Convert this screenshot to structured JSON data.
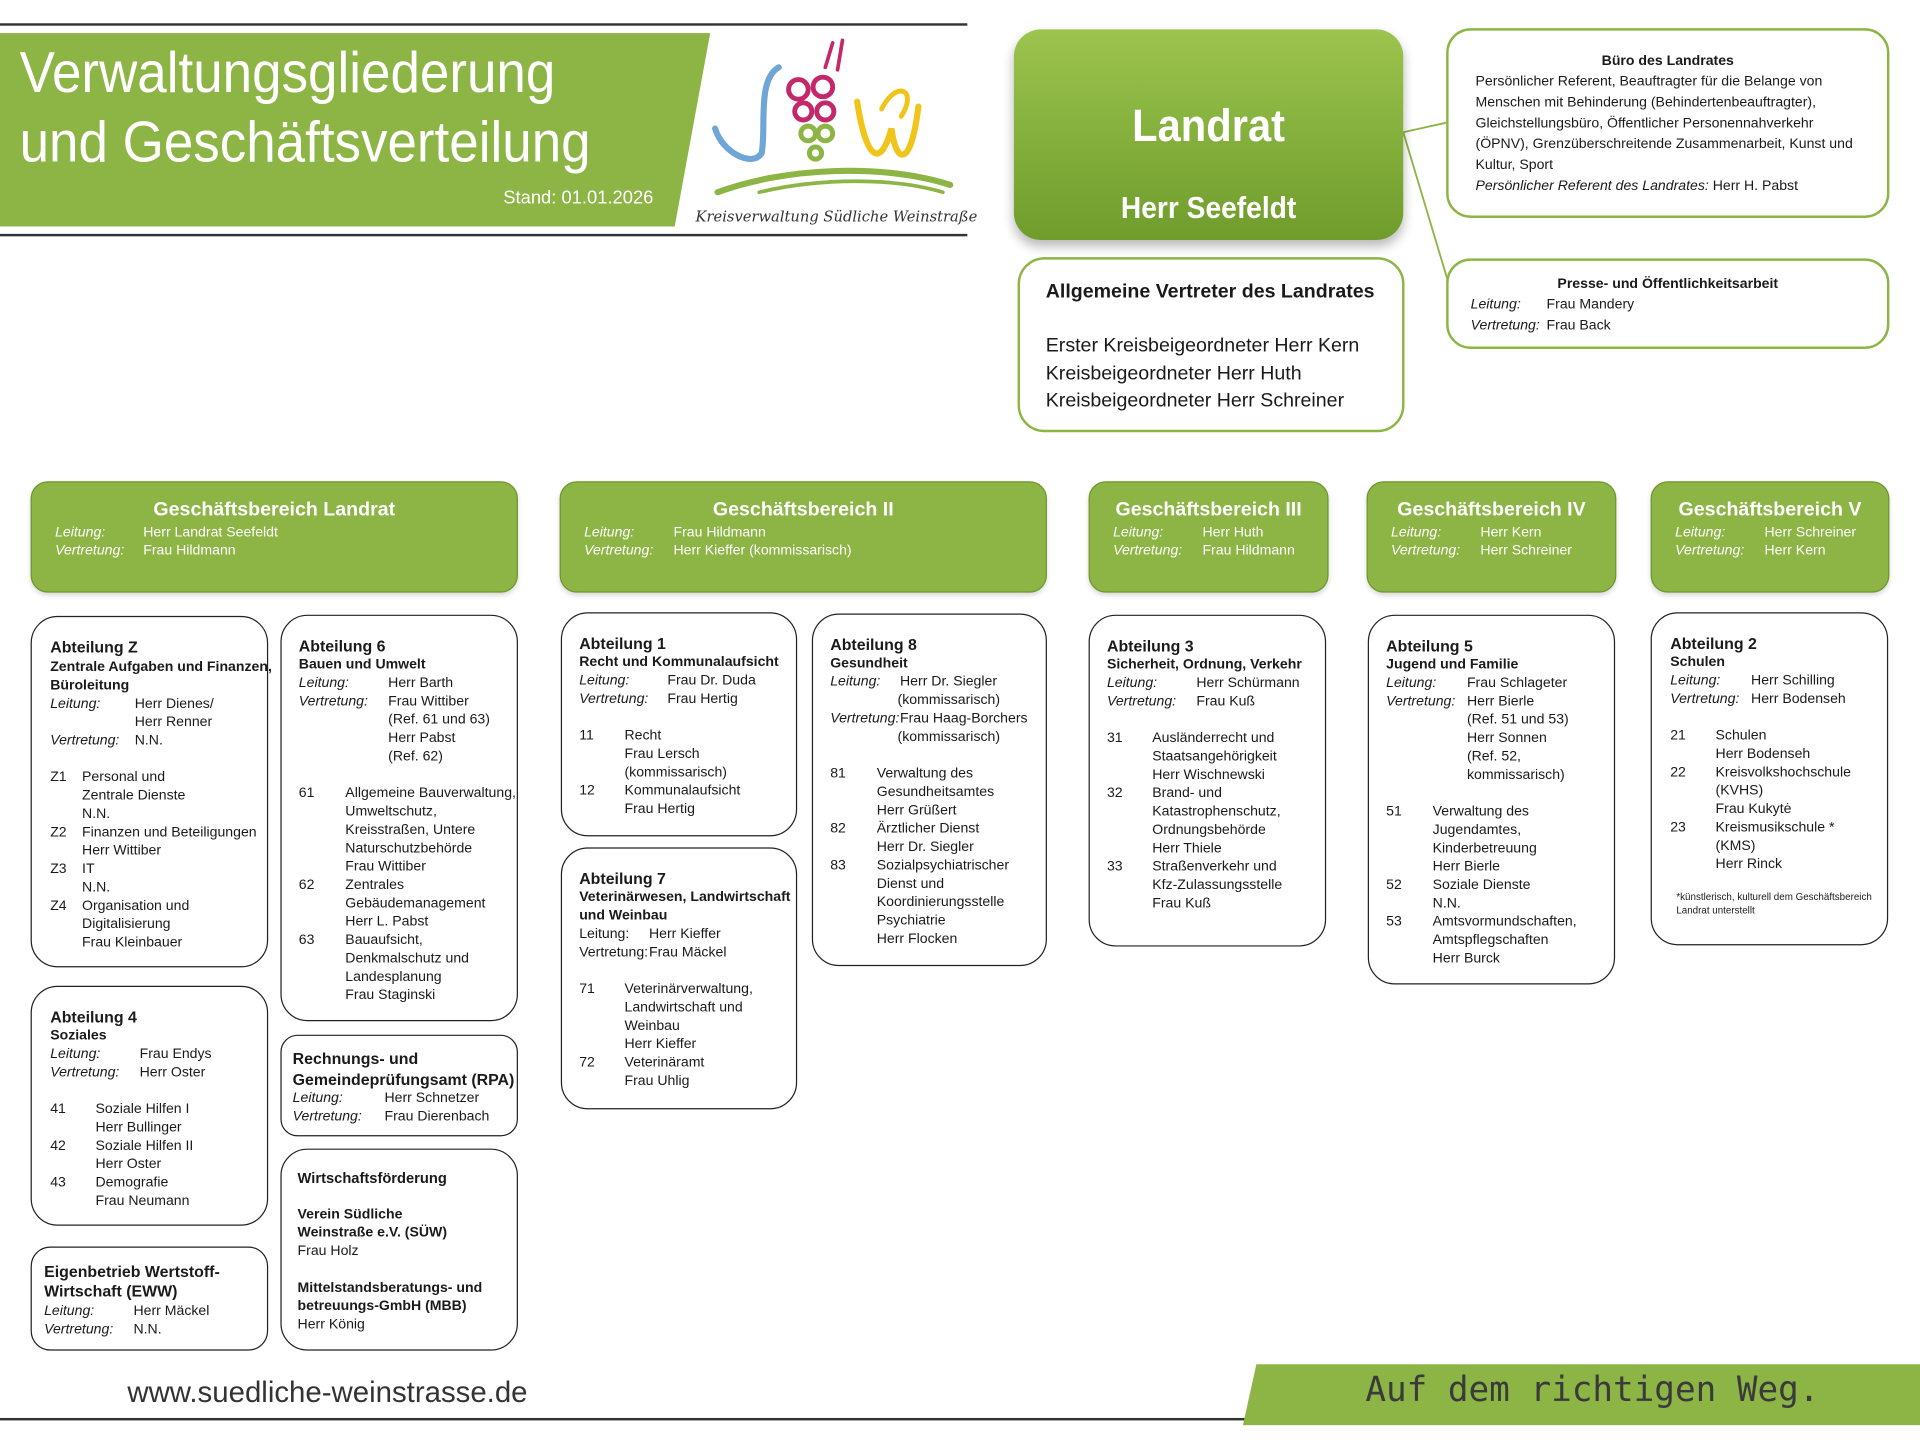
{
  "header": {
    "title_line1": "Verwaltungsgliederung",
    "title_line2": "und Geschäftsverteilung",
    "stand": "Stand:  01.01.2026",
    "logo_caption": "Kreisverwaltung Südliche Weinstraße",
    "logo_letters": "SÜW"
  },
  "landrat": {
    "title": "Landrat",
    "name": "Herr Seefeldt"
  },
  "buero": {
    "title": "Büro des Landrates",
    "lines": [
      "Persönlicher Referent, Beauftragter für die Belange von",
      "Menschen mit Behinderung (Behindertenbeauftragter),",
      "Gleichstellungsbüro, Öffentlicher Personennahverkehr",
      "(ÖPNV), Grenzüberschreitende Zusammenarbeit, Kunst und",
      "Kultur, Sport"
    ],
    "ref_label": "Persönlicher Referent des Landrates:",
    "ref_name": " Herr H. Pabst"
  },
  "presse": {
    "title": "Presse- und Öffentlichkeitsarbeit",
    "l_label": "Leitung:",
    "l_name": "Frau Mandery",
    "v_label": "Vertretung:",
    "v_name": "Frau Back"
  },
  "vertreter": {
    "title": "Allgemeine Vertreter des Landrates",
    "lines": [
      "Erster Kreisbeigeordneter Herr Kern",
      "Kreisbeigeordneter Herr Huth",
      "Kreisbeigeordneter Herr Schreiner"
    ]
  },
  "gb": [
    {
      "title": "Geschäftsbereich Landrat",
      "l_label": "Leitung:",
      "l_name": "Herr Landrat Seefeldt",
      "v_label": "Vertretung:",
      "v_name": "Frau Hildmann"
    },
    {
      "title": "Geschäftsbereich II",
      "l_label": "Leitung:",
      "l_name": "Frau Hildmann",
      "v_label": "Vertretung:",
      "v_name": "Herr Kieffer (kommissarisch)"
    },
    {
      "title": "Geschäftsbereich III",
      "l_label": "Leitung:",
      "l_name": "Herr Huth",
      "v_label": "Vertretung:",
      "v_name": "Frau Hildmann"
    },
    {
      "title": "Geschäftsbereich IV",
      "l_label": "Leitung:",
      "l_name": "Herr Kern",
      "v_label": "Vertretung:",
      "v_name": "Herr Schreiner"
    },
    {
      "title": "Geschäftsbereich V",
      "l_label": "Leitung:",
      "l_name": "Herr Schreiner",
      "v_label": "Vertretung:",
      "v_name": "Herr Kern"
    }
  ],
  "abtZ": {
    "title": "Abteilung Z",
    "sub1": "Zentrale Aufgaben und Finanzen,",
    "sub2": "Büroleitung",
    "l_label": "Leitung:",
    "l_name1": "Herr Dienes/",
    "l_name2": "Herr Renner",
    "v_label": "Vertretung:",
    "v_name": "N.N.",
    "items": [
      {
        "no": "Z1",
        "lines": [
          "Personal und",
          "Zentrale Dienste",
          "N.N."
        ]
      },
      {
        "no": "Z2",
        "lines": [
          "Finanzen und Beteiligungen",
          "Herr Wittiber"
        ]
      },
      {
        "no": "Z3",
        "lines": [
          "IT",
          "N.N."
        ]
      },
      {
        "no": "Z4",
        "lines": [
          "Organisation und",
          "Digitalisierung",
          "Frau Kleinbauer"
        ]
      }
    ]
  },
  "abt4": {
    "title": "Abteilung 4",
    "sub": "Soziales",
    "l_label": "Leitung:",
    "l_name": "Frau Endys",
    "v_label": "Vertretung:",
    "v_name": "Herr Oster",
    "items": [
      {
        "no": "41",
        "lines": [
          "Soziale Hilfen I",
          "Herr Bullinger"
        ]
      },
      {
        "no": "42",
        "lines": [
          "Soziale Hilfen II",
          "Herr Oster"
        ]
      },
      {
        "no": "43",
        "lines": [
          "Demografie",
          "Frau Neumann"
        ]
      }
    ]
  },
  "eww": {
    "title1": "Eigenbetrieb Wertstoff-",
    "title2": "Wirtschaft (EWW)",
    "l_label": "Leitung:",
    "l_name": "Herr Mäckel",
    "v_label": "Vertretung:",
    "v_name": "N.N."
  },
  "abt6": {
    "title": "Abteilung 6",
    "sub": "Bauen und Umwelt",
    "l_label": "Leitung:",
    "l_name": "Herr Barth",
    "v_label": "Vertretung:",
    "v_lines": [
      "Frau Wittiber",
      "(Ref. 61 und 63)",
      "Herr Pabst",
      "(Ref. 62)"
    ],
    "items": [
      {
        "no": "61",
        "lines": [
          "Allgemeine Bauverwaltung,",
          "Umweltschutz,",
          "Kreisstraßen, Untere",
          "Naturschutzbehörde",
          "Frau Wittiber"
        ]
      },
      {
        "no": "62",
        "lines": [
          "Zentrales",
          "Gebäudemanagement",
          "Herr L. Pabst"
        ]
      },
      {
        "no": "63",
        "lines": [
          "Bauaufsicht,",
          "Denkmalschutz und",
          "Landesplanung",
          "Frau Staginski"
        ]
      }
    ]
  },
  "rpa": {
    "title1": "Rechnungs- und",
    "title2": "Gemeindeprüfungsamt (RPA)",
    "l_label": "Leitung:",
    "l_name": "Herr Schnetzer",
    "v_label": "Vertretung:",
    "v_name": "Frau Dierenbach"
  },
  "wifoe": {
    "title": "Wirtschaftsförderung",
    "org1_l1": "Verein Südliche",
    "org1_l2": "Weinstraße e.V.  (SÜW)",
    "org1_name": "Frau Holz",
    "org2_l1": "Mittelstandsberatungs- und",
    "org2_l2": "betreuungs-GmbH (MBB)",
    "org2_name": "Herr König"
  },
  "abt1": {
    "title": "Abteilung 1",
    "sub": "Recht und Kommunalaufsicht",
    "l_label": "Leitung:",
    "l_name": "Frau Dr. Duda",
    "v_label": "Vertretung:",
    "v_name": "Frau Hertig",
    "items": [
      {
        "no": "11",
        "lines": [
          "Recht",
          "Frau Lersch",
          "(kommissarisch)"
        ]
      },
      {
        "no": "12",
        "lines": [
          "Kommunalaufsicht",
          "Frau Hertig"
        ]
      }
    ]
  },
  "abt7": {
    "title": "Abteilung 7",
    "sub1": "Veterinärwesen, Landwirtschaft",
    "sub2": "und Weinbau",
    "l_label": "Leitung:",
    "l_name": "Herr Kieffer",
    "v_label": "Vertretung:",
    "v_name": "Frau Mäckel",
    "items": [
      {
        "no": "71",
        "lines": [
          "Veterinärverwaltung,",
          "Landwirtschaft und",
          "Weinbau",
          "Herr Kieffer"
        ]
      },
      {
        "no": "72",
        "lines": [
          "Veterinäramt",
          "Frau Uhlig"
        ]
      }
    ]
  },
  "abt8": {
    "title": "Abteilung 8",
    "sub": "Gesundheit",
    "l_label": "Leitung:",
    "l_name1": "Herr Dr. Siegler",
    "l_name2": "(kommissarisch)",
    "v_label": "Vertretung:",
    "v_name1": "Frau Haag-Borchers",
    "v_name2": "(kommissarisch)",
    "items": [
      {
        "no": "81",
        "lines": [
          "Verwaltung des",
          "Gesundheitsamtes",
          "Herr Grüßert"
        ]
      },
      {
        "no": "82",
        "lines": [
          "Ärztlicher Dienst",
          "Herr Dr. Siegler"
        ]
      },
      {
        "no": "83",
        "lines": [
          "Sozialpsychiatrischer",
          "Dienst und",
          "Koordinierungsstelle",
          "Psychiatrie",
          "Herr Flocken"
        ]
      }
    ]
  },
  "abt3": {
    "title": "Abteilung 3",
    "sub": "Sicherheit, Ordnung, Verkehr",
    "l_label": "Leitung:",
    "l_name": "Herr Schürmann",
    "v_label": "Vertretung:",
    "v_name": "Frau Kuß",
    "items": [
      {
        "no": "31",
        "lines": [
          "Ausländerrecht und",
          "Staatsangehörigkeit",
          "Herr Wischnewski"
        ]
      },
      {
        "no": "32",
        "lines": [
          "Brand- und",
          "Katastrophenschutz,",
          "Ordnungsbehörde",
          "Herr Thiele"
        ]
      },
      {
        "no": "33",
        "lines": [
          "Straßenverkehr und",
          "Kfz-Zulassungsstelle",
          "Frau Kuß"
        ]
      }
    ]
  },
  "abt5": {
    "title": "Abteilung 5",
    "sub": "Jugend und Familie",
    "l_label": "Leitung:",
    "l_name": "Frau Schlageter",
    "v_label": "Vertretung:",
    "v_lines": [
      "Herr Bierle",
      "(Ref. 51 und 53)",
      "Herr Sonnen",
      "(Ref. 52,",
      "kommissarisch)"
    ],
    "items": [
      {
        "no": "51",
        "lines": [
          "Verwaltung des",
          "Jugendamtes,",
          "Kinderbetreuung",
          "Herr Bierle"
        ]
      },
      {
        "no": "52",
        "lines": [
          "Soziale Dienste",
          "N.N."
        ]
      },
      {
        "no": "53",
        "lines": [
          "Amtsvormundschaften,",
          "Amtspflegschaften",
          "Herr Burck"
        ]
      }
    ]
  },
  "abt2": {
    "title": "Abteilung 2",
    "sub": "Schulen",
    "l_label": "Leitung:",
    "l_name": "Herr  Schilling",
    "v_label": "Vertretung:",
    "v_name": "Herr Bodenseh",
    "items": [
      {
        "no": "21",
        "lines": [
          "Schulen",
          "Herr Bodenseh"
        ]
      },
      {
        "no": "22",
        "lines": [
          "Kreisvolkshochschule",
          "(KVHS)",
          "Frau Kukytė"
        ]
      },
      {
        "no": "23",
        "lines": [
          "Kreismusikschule *",
          "(KMS)",
          "Herr Rinck"
        ]
      }
    ],
    "note1": "*künstlerisch, kulturell dem Geschäftsbereich",
    "note2": "Landrat unterstellt"
  },
  "footer": {
    "url": "www.suedliche-weinstrasse.de",
    "slogan": "Auf dem richtigen Weg."
  },
  "colors": {
    "accent": "#8cb545",
    "accent_dark": "#6f9c2c",
    "text": "#1a1a1a"
  }
}
